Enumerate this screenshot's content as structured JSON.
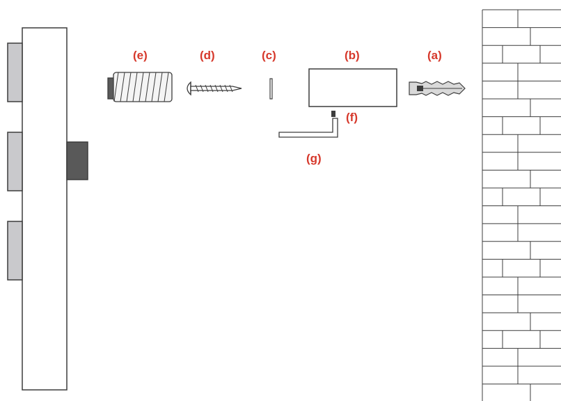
{
  "colors": {
    "label": "#d6382b",
    "outline": "#3c3c3c",
    "pad_fill": "#c9c9cc",
    "knob_fill": "#595959",
    "anchor_fill": "#d9d9d9"
  },
  "labels": {
    "a": "(a)",
    "b": "(b)",
    "c": "(c)",
    "d": "(d)",
    "e": "(e)",
    "f": "(f)",
    "g": "(g)"
  },
  "parts": {
    "a": "wall-anchor-icon",
    "b": "bracket-icon",
    "c": "washer-icon",
    "d": "screw-icon",
    "e": "threaded-spacer-icon",
    "f": "set-screw-icon",
    "g": "hex-key-icon"
  }
}
